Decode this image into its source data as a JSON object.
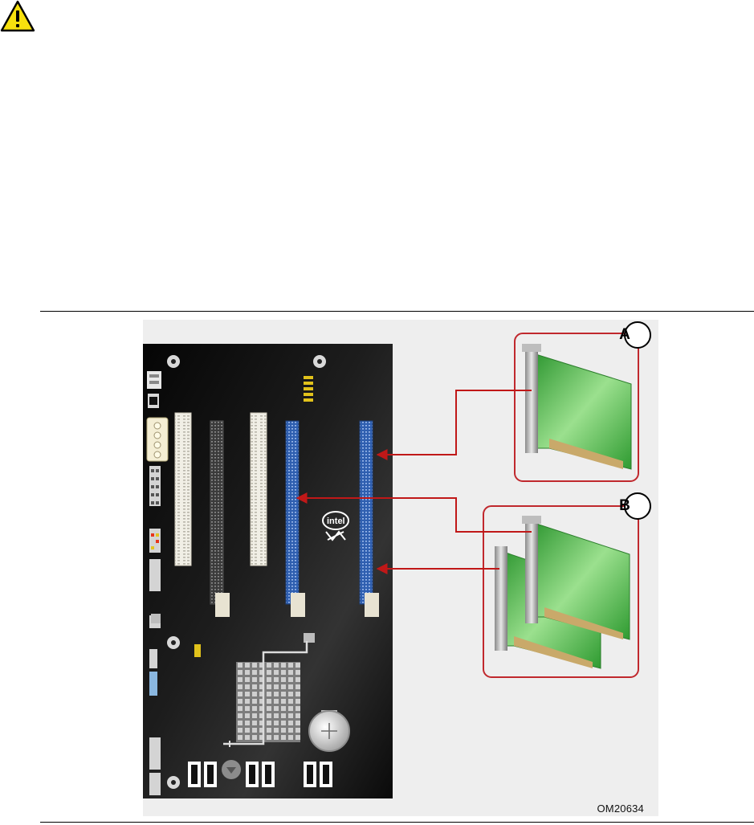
{
  "figure": {
    "figure_id": "OM20634",
    "callouts": [
      {
        "label": "A"
      },
      {
        "label": "B"
      }
    ],
    "board_logo": "intel",
    "icons": [
      "warning-icon"
    ],
    "colors": {
      "board": "#111111",
      "pcie_slot": "#2f5fb0",
      "callout_line": "#c01818",
      "card_pcb": "#3fae3a",
      "callout_box": "#c0282d"
    }
  }
}
